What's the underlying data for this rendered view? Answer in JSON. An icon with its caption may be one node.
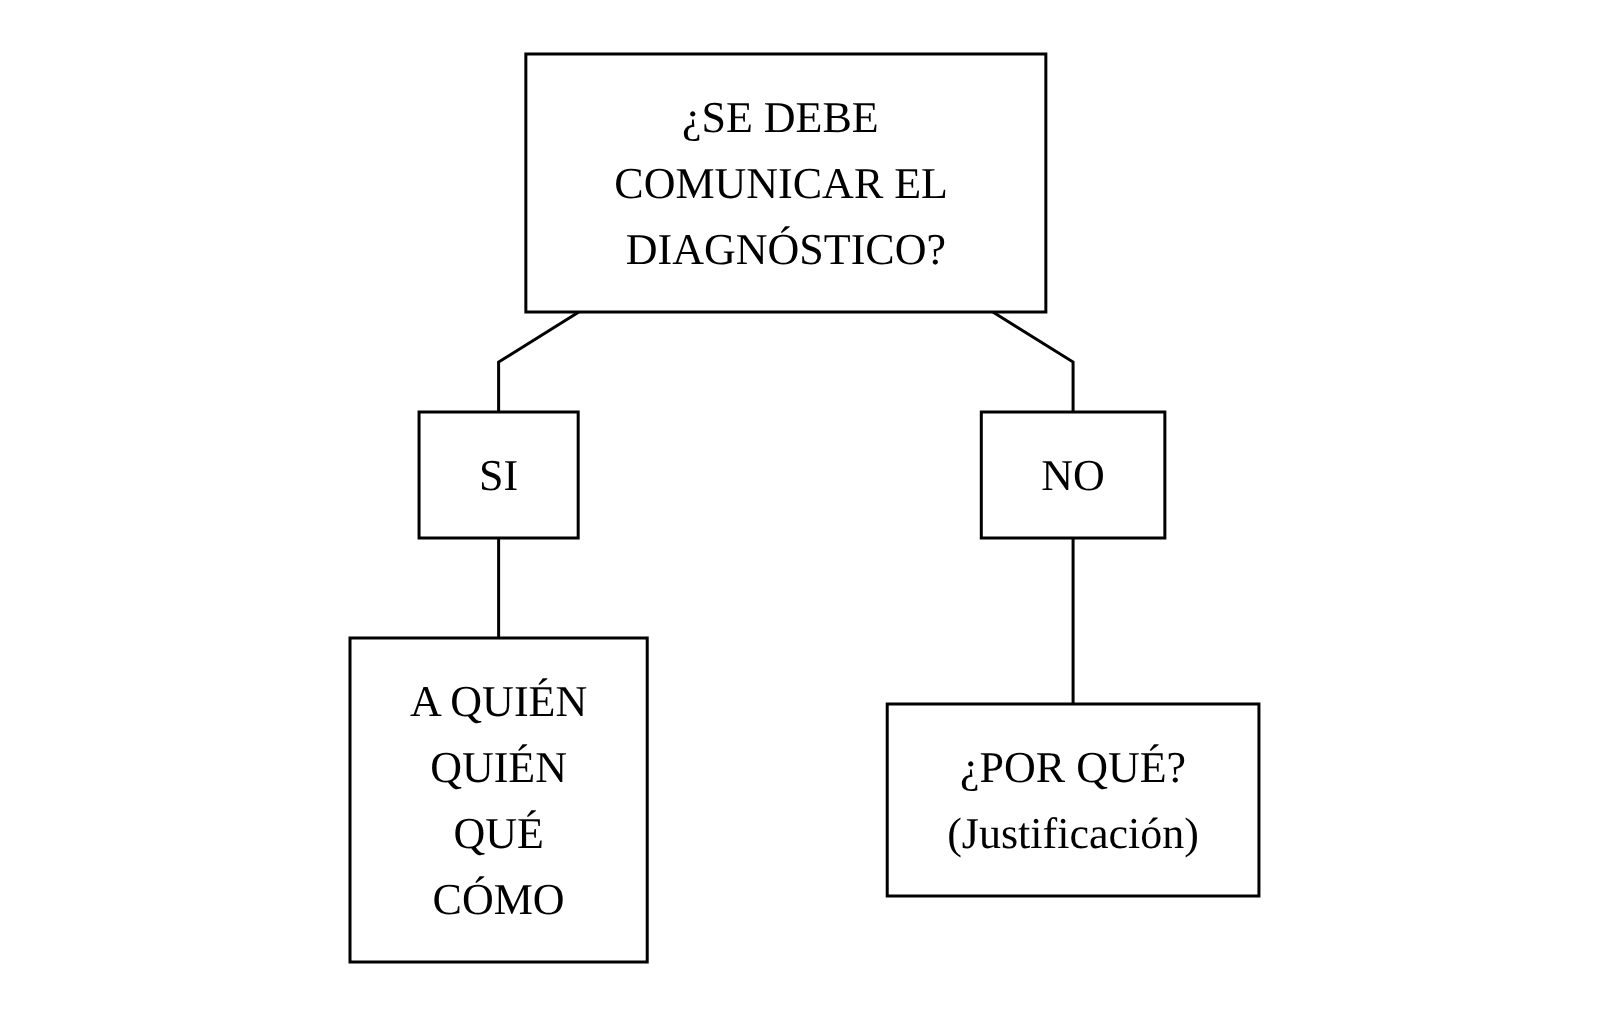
{
  "diagram": {
    "nodes": [
      {
        "text": [
          "¿SE DEBE COMUNICAR EL DIAGNÓSTICO?"
        ]
      },
      {
        "text": [
          "SI"
        ]
      },
      {
        "text": [
          "NO"
        ]
      },
      {
        "text": [
          "A QUIÉN",
          "QUIÉN",
          "QUÉ",
          "CÓMO"
        ]
      },
      {
        "text": [
          "¿POR QUÉ?",
          "(Justificación)"
        ]
      }
    ],
    "edges": [
      {
        "from": 0,
        "to": 1,
        "arrow": "none"
      },
      {
        "from": 0,
        "to": 2,
        "arrow": "none"
      },
      {
        "from": 1,
        "to": 3,
        "arrow": "none"
      },
      {
        "from": 2,
        "to": 4,
        "arrow": "none"
      }
    ]
  }
}
